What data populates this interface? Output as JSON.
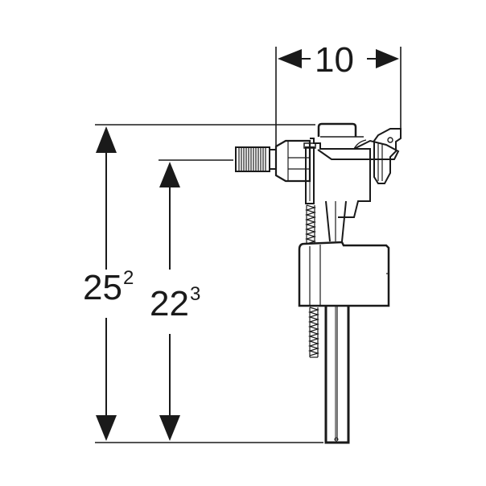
{
  "diagram": {
    "subject": "fill valve (side inlet)",
    "colors": {
      "line": "#1a1a1a",
      "background": "#ffffff"
    },
    "dimensions": {
      "width_top": {
        "value": "10",
        "orientation": "horizontal"
      },
      "total_height": {
        "value": "25",
        "superscript": "2",
        "orientation": "vertical"
      },
      "inlet_height": {
        "value": "22",
        "superscript": "3",
        "orientation": "vertical"
      }
    }
  }
}
